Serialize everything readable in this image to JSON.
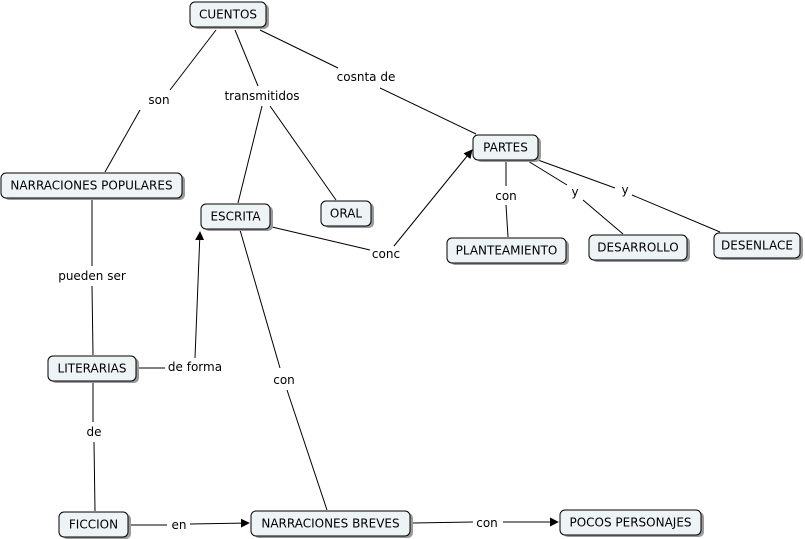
{
  "concept_map": {
    "nodes": {
      "cuentos": "CUENTOS",
      "narraciones_populares": "NARRACIONES POPULARES",
      "escrita": "ESCRITA",
      "oral": "ORAL",
      "partes": "PARTES",
      "planteamiento": "PLANTEAMIENTO",
      "desarrollo": "DESARROLLO",
      "desenlace": "DESENLACE",
      "literarias": "LITERARIAS",
      "ficcion": "FICCION",
      "narraciones_breves": "NARRACIONES BREVES",
      "pocos_personajes": "POCOS PERSONAJES"
    },
    "links": {
      "son": "son",
      "transmitidos": "transmitidos",
      "cosnta_de": "cosnta de",
      "con_partes": "con",
      "y_desarrollo": "y",
      "y_desenlace": "y",
      "conc": "conc",
      "pueden_ser": "pueden ser",
      "de_forma": "de forma",
      "con_escrita": "con",
      "de": "de",
      "en": "en",
      "con_breves": "con"
    }
  }
}
